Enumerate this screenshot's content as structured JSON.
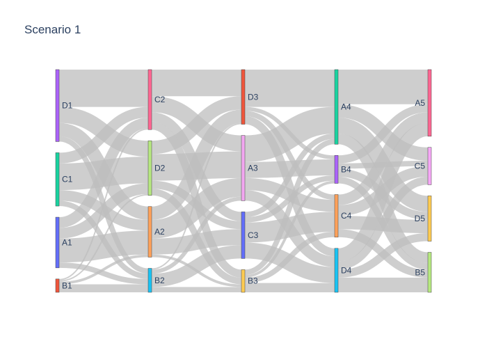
{
  "chart_data": {
    "type": "sankey",
    "title": "Scenario 1",
    "link_color": "#bdbdbd",
    "stages": [
      [
        "D1",
        "C1",
        "A1",
        "B1"
      ],
      [
        "C2",
        "D2",
        "A2",
        "B2"
      ],
      [
        "D3",
        "A3",
        "C3",
        "B3"
      ],
      [
        "A4",
        "B4",
        "C4",
        "D4"
      ],
      [
        "A5",
        "C5",
        "D5",
        "B5"
      ]
    ],
    "nodes": [
      {
        "id": "D1",
        "color": "#ab63fa"
      },
      {
        "id": "C1",
        "color": "#19d3a0"
      },
      {
        "id": "A1",
        "color": "#636efa"
      },
      {
        "id": "B1",
        "color": "#ef553b"
      },
      {
        "id": "C2",
        "color": "#ff6692"
      },
      {
        "id": "D2",
        "color": "#b6e880"
      },
      {
        "id": "A2",
        "color": "#ffa15a"
      },
      {
        "id": "B2",
        "color": "#19c3f3"
      },
      {
        "id": "D3",
        "color": "#ef553b"
      },
      {
        "id": "A3",
        "color": "#f2a6f0"
      },
      {
        "id": "C3",
        "color": "#636efa"
      },
      {
        "id": "B3",
        "color": "#fecb52"
      },
      {
        "id": "A4",
        "color": "#19d3a0"
      },
      {
        "id": "B4",
        "color": "#ab63fa"
      },
      {
        "id": "C4",
        "color": "#ffa15a"
      },
      {
        "id": "D4",
        "color": "#19c3f3"
      },
      {
        "id": "A5",
        "color": "#ff6692"
      },
      {
        "id": "C5",
        "color": "#f6a8f6"
      },
      {
        "id": "D5",
        "color": "#fecb52"
      },
      {
        "id": "B5",
        "color": "#b6e880"
      }
    ],
    "links": [
      {
        "source": "D1",
        "target": "C2",
        "value": 28
      },
      {
        "source": "D1",
        "target": "D2",
        "value": 12
      },
      {
        "source": "D1",
        "target": "A2",
        "value": 10
      },
      {
        "source": "D1",
        "target": "B2",
        "value": 4
      },
      {
        "source": "C1",
        "target": "C2",
        "value": 8
      },
      {
        "source": "C1",
        "target": "D2",
        "value": 20
      },
      {
        "source": "C1",
        "target": "A2",
        "value": 8
      },
      {
        "source": "C1",
        "target": "B2",
        "value": 4
      },
      {
        "source": "A1",
        "target": "C2",
        "value": 8
      },
      {
        "source": "A1",
        "target": "D2",
        "value": 8
      },
      {
        "source": "A1",
        "target": "A2",
        "value": 18
      },
      {
        "source": "A1",
        "target": "B2",
        "value": 4
      },
      {
        "source": "B1",
        "target": "C2",
        "value": 1
      },
      {
        "source": "B1",
        "target": "D2",
        "value": 1
      },
      {
        "source": "B1",
        "target": "A2",
        "value": 2
      },
      {
        "source": "B1",
        "target": "B2",
        "value": 6
      },
      {
        "source": "C2",
        "target": "D3",
        "value": 20
      },
      {
        "source": "C2",
        "target": "A3",
        "value": 12
      },
      {
        "source": "C2",
        "target": "C3",
        "value": 7
      },
      {
        "source": "C2",
        "target": "B3",
        "value": 6
      },
      {
        "source": "D2",
        "target": "D3",
        "value": 10
      },
      {
        "source": "D2",
        "target": "A3",
        "value": 20
      },
      {
        "source": "D2",
        "target": "C3",
        "value": 6
      },
      {
        "source": "D2",
        "target": "B3",
        "value": 5
      },
      {
        "source": "A2",
        "target": "D3",
        "value": 10
      },
      {
        "source": "A2",
        "target": "A3",
        "value": 14
      },
      {
        "source": "A2",
        "target": "C3",
        "value": 12
      },
      {
        "source": "A2",
        "target": "B3",
        "value": 2
      },
      {
        "source": "B2",
        "target": "D3",
        "value": 1
      },
      {
        "source": "B2",
        "target": "A3",
        "value": 3
      },
      {
        "source": "B2",
        "target": "C3",
        "value": 10
      },
      {
        "source": "B2",
        "target": "B3",
        "value": 4
      },
      {
        "source": "D3",
        "target": "A4",
        "value": 28
      },
      {
        "source": "D3",
        "target": "B4",
        "value": 3
      },
      {
        "source": "D3",
        "target": "C4",
        "value": 4
      },
      {
        "source": "D3",
        "target": "D4",
        "value": 6
      },
      {
        "source": "A3",
        "target": "A4",
        "value": 20
      },
      {
        "source": "A3",
        "target": "B4",
        "value": 12
      },
      {
        "source": "A3",
        "target": "C4",
        "value": 9
      },
      {
        "source": "A3",
        "target": "D4",
        "value": 8
      },
      {
        "source": "C3",
        "target": "A4",
        "value": 4
      },
      {
        "source": "C3",
        "target": "B4",
        "value": 4
      },
      {
        "source": "C3",
        "target": "C4",
        "value": 15
      },
      {
        "source": "C3",
        "target": "D4",
        "value": 12
      },
      {
        "source": "B3",
        "target": "A4",
        "value": 4
      },
      {
        "source": "B3",
        "target": "B4",
        "value": 2
      },
      {
        "source": "B3",
        "target": "C4",
        "value": 4
      },
      {
        "source": "B3",
        "target": "D4",
        "value": 7
      },
      {
        "source": "A4",
        "target": "A5",
        "value": 26
      },
      {
        "source": "A4",
        "target": "C5",
        "value": 10
      },
      {
        "source": "A4",
        "target": "D5",
        "value": 12
      },
      {
        "source": "A4",
        "target": "B5",
        "value": 8
      },
      {
        "source": "B4",
        "target": "A5",
        "value": 6
      },
      {
        "source": "B4",
        "target": "C5",
        "value": 4
      },
      {
        "source": "B4",
        "target": "D5",
        "value": 6
      },
      {
        "source": "B4",
        "target": "B5",
        "value": 5
      },
      {
        "source": "C4",
        "target": "A5",
        "value": 8
      },
      {
        "source": "C4",
        "target": "C5",
        "value": 8
      },
      {
        "source": "C4",
        "target": "D5",
        "value": 10
      },
      {
        "source": "C4",
        "target": "B5",
        "value": 6
      },
      {
        "source": "D4",
        "target": "A5",
        "value": 10
      },
      {
        "source": "D4",
        "target": "C5",
        "value": 6
      },
      {
        "source": "D4",
        "target": "D5",
        "value": 6
      },
      {
        "source": "D4",
        "target": "B5",
        "value": 11
      }
    ]
  }
}
